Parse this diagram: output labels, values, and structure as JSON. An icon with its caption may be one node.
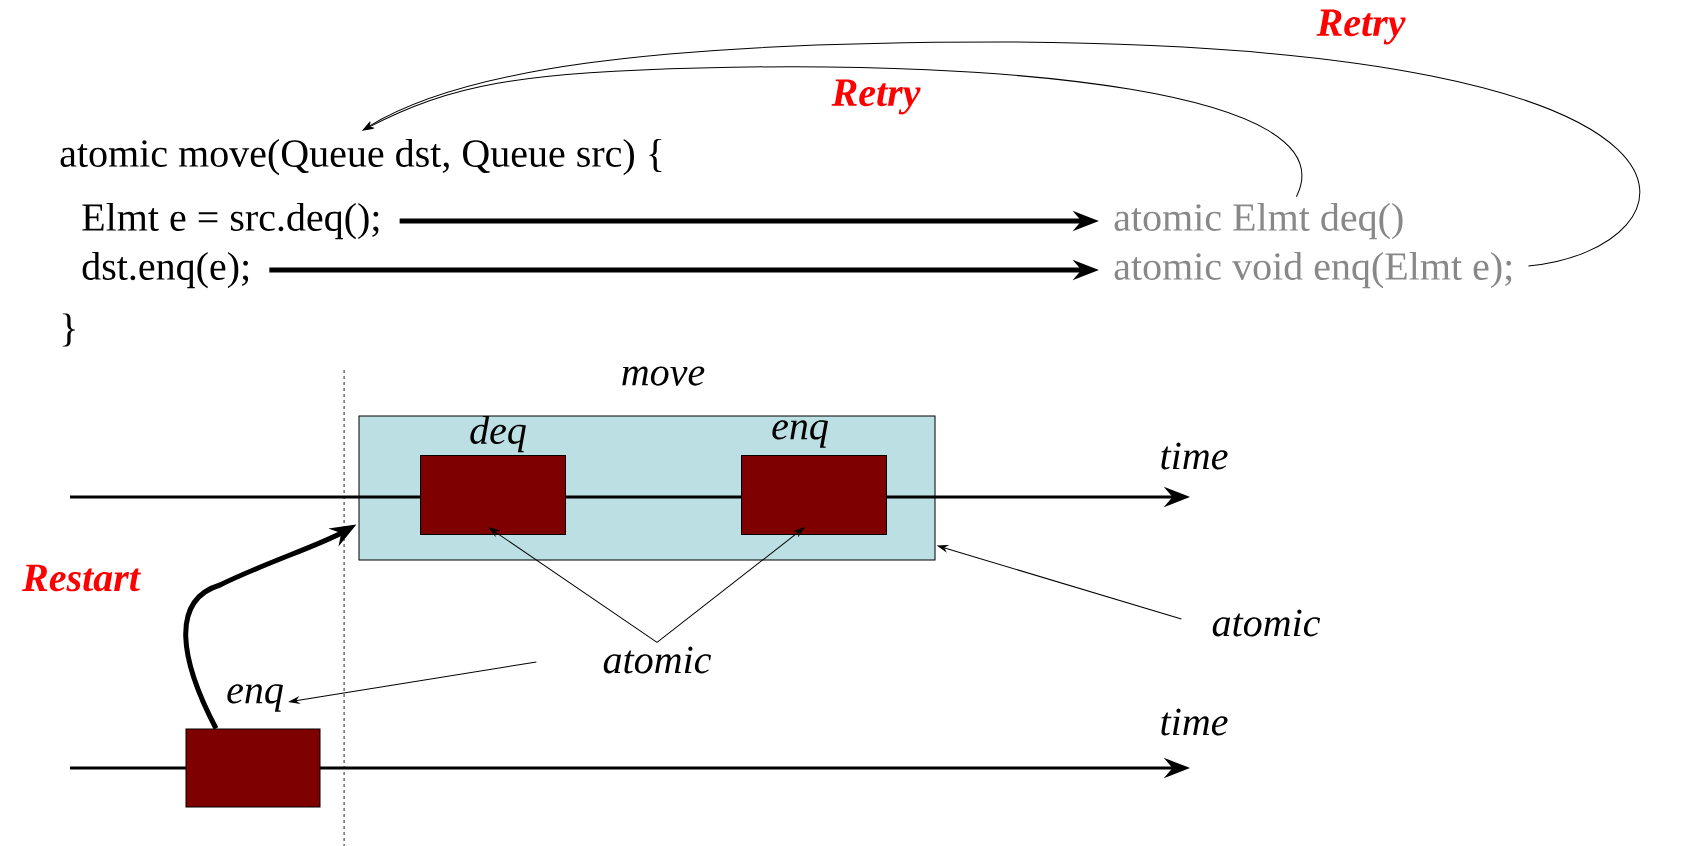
{
  "diagram": {
    "nodes": [
      {
        "text": [
          "atomic move(Queue dst, Queue src) {"
        ]
      },
      {
        "text": [
          "Elmt e = src.deq();"
        ]
      },
      {
        "text": [
          "dst.enq(e);"
        ]
      },
      {
        "text": [
          "atomic Elmt deq()"
        ]
      },
      {
        "text": [
          "atomic void enq(Elmt e);"
        ]
      },
      {
        "text": [
          "move"
        ]
      },
      {
        "text": [
          "deq"
        ],
        "in": 5
      },
      {
        "text": [
          "enq"
        ],
        "in": 5
      },
      {
        "text": [
          "enq"
        ]
      },
      {
        "text": [
          "atomic"
        ]
      },
      {
        "text": [
          "atomic"
        ]
      }
    ],
    "edges": [
      {
        "from": 1,
        "to": 3,
        "arrow": "to",
        "style": "thick"
      },
      {
        "from": 2,
        "to": 4,
        "arrow": "to",
        "style": "thick"
      },
      {
        "from": 3,
        "to": 0,
        "arrow": "to",
        "label": "Retry"
      },
      {
        "from": 4,
        "to": 0,
        "arrow": "to",
        "label": "Retry"
      },
      {
        "from": 8,
        "to": 5,
        "arrow": "to",
        "label": "Restart",
        "style": "thick"
      },
      {
        "from": 9,
        "to": 6,
        "arrow": "to"
      },
      {
        "from": 9,
        "to": 7,
        "arrow": "to"
      },
      {
        "from": 9,
        "to": 8,
        "arrow": "to"
      },
      {
        "from": 10,
        "to": 5,
        "arrow": "to"
      }
    ],
    "labels": [
      "}",
      "time",
      "time"
    ]
  }
}
